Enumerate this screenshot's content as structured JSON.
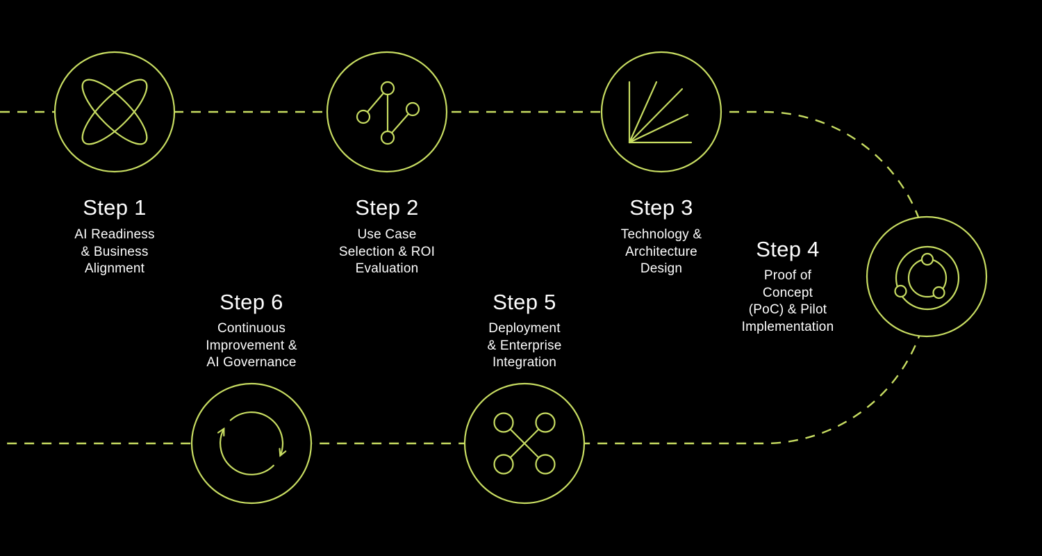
{
  "theme": {
    "accent": "#c8dd62",
    "background": "#000000",
    "text": "#fdfdfd"
  },
  "diagram": {
    "title_implied": "Six step AI implementation process",
    "connector_style": "dashed",
    "steps": [
      {
        "label": "Step 1",
        "description": "AI Readiness\n& Business\nAlignment",
        "icon": "atom-orbits-icon",
        "position": "top-row-1"
      },
      {
        "label": "Step 2",
        "description": "Use Case\nSelection & ROI\nEvaluation",
        "icon": "node-graph-icon",
        "position": "top-row-2"
      },
      {
        "label": "Step 3",
        "description": "Technology &\nArchitecture\nDesign",
        "icon": "growth-rays-icon",
        "position": "top-row-3"
      },
      {
        "label": "Step 4",
        "description": "Proof of\nConcept\n(PoC) & Pilot\nImplementation",
        "icon": "orbital-nodes-icon",
        "position": "right-middle"
      },
      {
        "label": "Step 5",
        "description": "Deployment\n& Enterprise\nIntegration",
        "icon": "cross-connection-icon",
        "position": "bottom-row-2"
      },
      {
        "label": "Step 6",
        "description": "Continuous\nImprovement &\nAI Governance",
        "icon": "cycle-arrows-icon",
        "position": "bottom-row-1"
      }
    ]
  }
}
